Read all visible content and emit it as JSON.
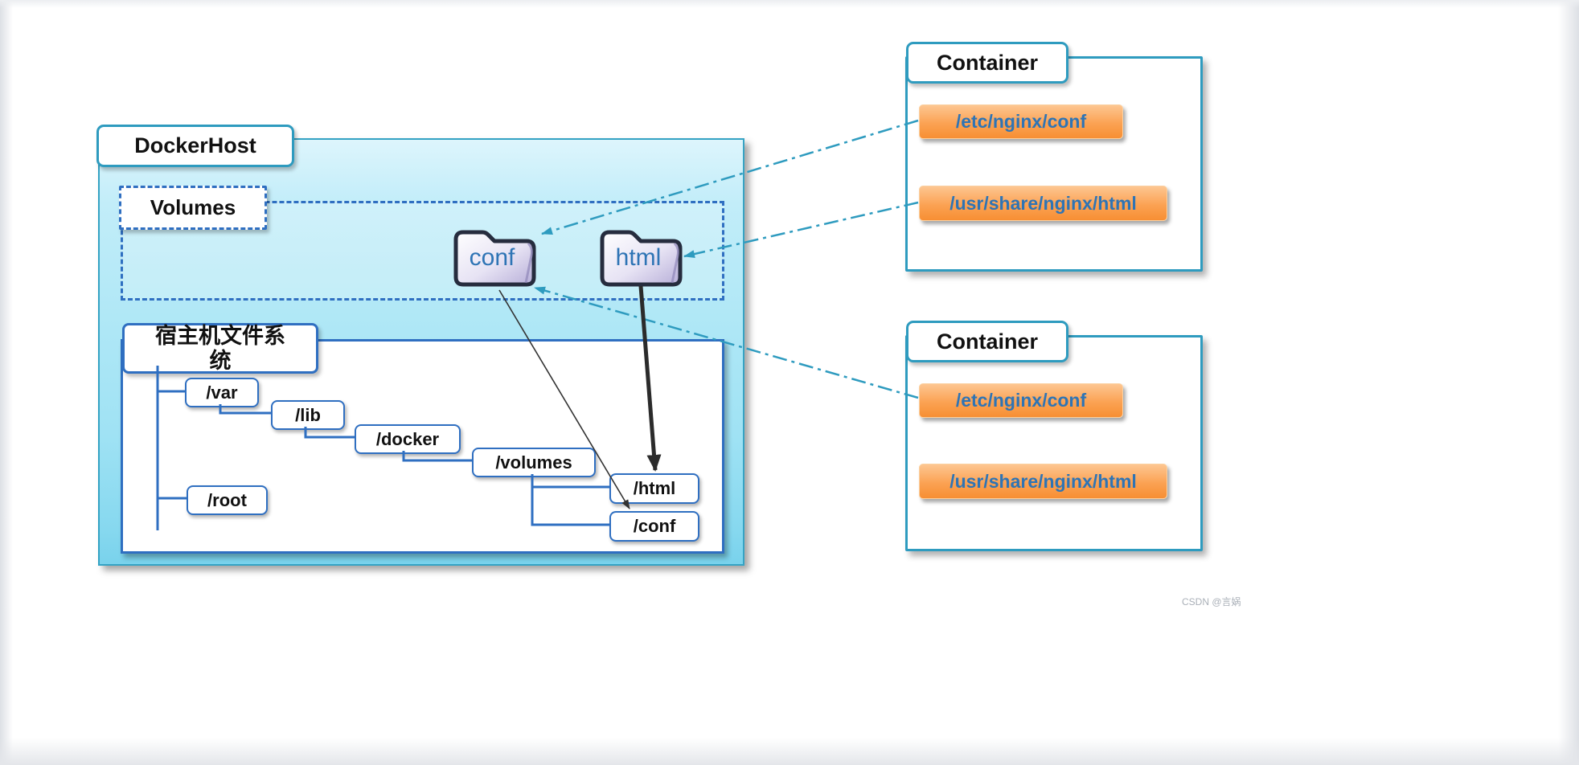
{
  "diagram": {
    "docker_host": {
      "label": "DockerHost"
    },
    "volumes": {
      "label": "Volumes"
    },
    "folders": {
      "conf": "conf",
      "html": "html"
    },
    "host_fs": {
      "label": "宿主机文件系统"
    },
    "tree": {
      "var": "/var",
      "lib": "/lib",
      "docker": "/docker",
      "volumes": "/volumes",
      "html": "/html",
      "conf": "/conf",
      "root": "/root"
    },
    "containers": [
      {
        "title": "Container",
        "conf_path": "/etc/nginx/conf",
        "html_path": "/usr/share/nginx/html"
      },
      {
        "title": "Container",
        "conf_path": "/etc/nginx/conf",
        "html_path": "/usr/share/nginx/html"
      }
    ],
    "watermark": "CSDN @言娲"
  },
  "colors": {
    "teal_border": "#2e9bbf",
    "blue_border": "#2f6fc1",
    "cyan_fill": "#aee7f6",
    "orange_badge": "#f79646",
    "badge_text": "#2e74b5",
    "folder_label_text": "#2e74b5",
    "arrow_teal": "#2e9bbf",
    "arrow_black": "#2b2b2b"
  }
}
